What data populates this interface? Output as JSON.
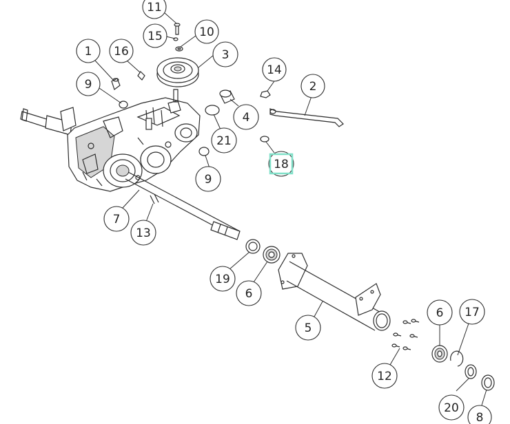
{
  "diagram": {
    "callouts": [
      {
        "id": "c11",
        "label": "11"
      },
      {
        "id": "c15",
        "label": "15"
      },
      {
        "id": "c10",
        "label": "10"
      },
      {
        "id": "c1",
        "label": "1"
      },
      {
        "id": "c16",
        "label": "16"
      },
      {
        "id": "c3",
        "label": "3"
      },
      {
        "id": "c14",
        "label": "14"
      },
      {
        "id": "c2",
        "label": "2"
      },
      {
        "id": "c9a",
        "label": "9"
      },
      {
        "id": "c4",
        "label": "4"
      },
      {
        "id": "c21",
        "label": "21"
      },
      {
        "id": "c18",
        "label": "18"
      },
      {
        "id": "c9b",
        "label": "9"
      },
      {
        "id": "c7",
        "label": "7"
      },
      {
        "id": "c13",
        "label": "13"
      },
      {
        "id": "c19",
        "label": "19"
      },
      {
        "id": "c6a",
        "label": "6"
      },
      {
        "id": "c5",
        "label": "5"
      },
      {
        "id": "c6b",
        "label": "6"
      },
      {
        "id": "c17",
        "label": "17"
      },
      {
        "id": "c12",
        "label": "12"
      },
      {
        "id": "c20",
        "label": "20"
      },
      {
        "id": "c8",
        "label": "8"
      }
    ],
    "highlight_color": "#7fe0c8",
    "line_color": "#2b2b2b"
  }
}
